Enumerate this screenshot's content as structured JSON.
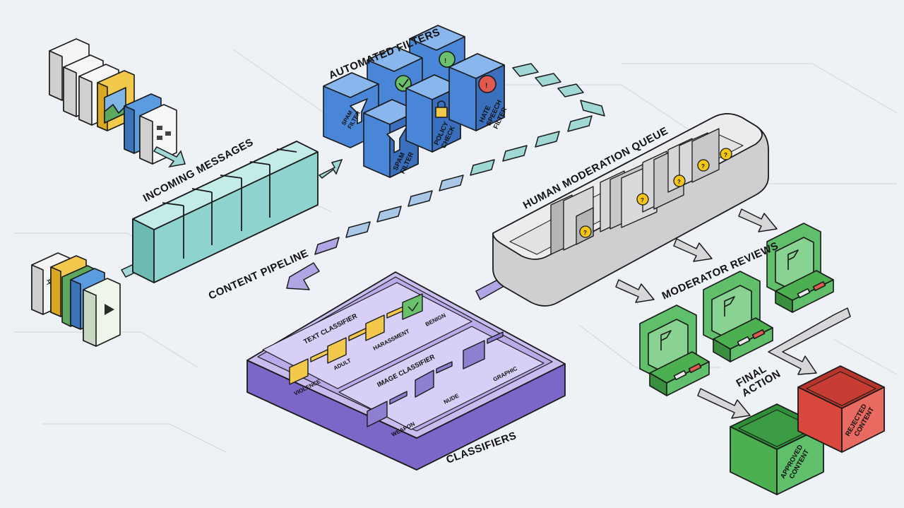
{
  "labels": {
    "incoming_messages": "INCOMING MESSAGES",
    "content_pipeline": "CONTENT PIPELINE",
    "automated_filters": "AUTOMATED FILTERS",
    "human_moderation_queue": "HUMAN MODERATION QUEUE",
    "moderator_reviews": "MODERATOR REVIEWS",
    "classifiers": "CLASSIFIERS",
    "final_action_line1": "FINAL",
    "final_action_line2": "ACTION"
  },
  "filters": {
    "spam_back_l1": "SPAM",
    "spam_back_l2": "FILTER",
    "spam_l1": "SPAM",
    "spam_l2": "FILTER",
    "policy_l1": "POLICY",
    "policy_l2": "CHECK",
    "hate_l1": "HATE",
    "hate_l2": "SPEECH",
    "hate_l3": "FILTER"
  },
  "text_classifier": {
    "title": "TEXT CLASSIFIER",
    "categories": [
      "VIOLENCE",
      "ADULT",
      "HARASSMENT",
      "BENIGN"
    ]
  },
  "image_classifier": {
    "title": "IMAGE CLASSIFIER",
    "categories": [
      "WEAPON",
      "NUDE",
      "GRAPHIC"
    ]
  },
  "outcomes": {
    "approved_l1": "APPROVED",
    "approved_l2": "CONTENT",
    "rejected_l1": "REJECTED",
    "rejected_l2": "CONTENT"
  },
  "colors": {
    "pipeline": "#8fd3cf",
    "filter_blue": "#3f7fd6",
    "classifier_purple": "#8c79d6",
    "queue_gray": "#dcdcde",
    "moderator_green": "#5fbf6a",
    "approved_green": "#4caf50",
    "rejected_red": "#e05a4f",
    "alert_yellow": "#f5c518"
  }
}
